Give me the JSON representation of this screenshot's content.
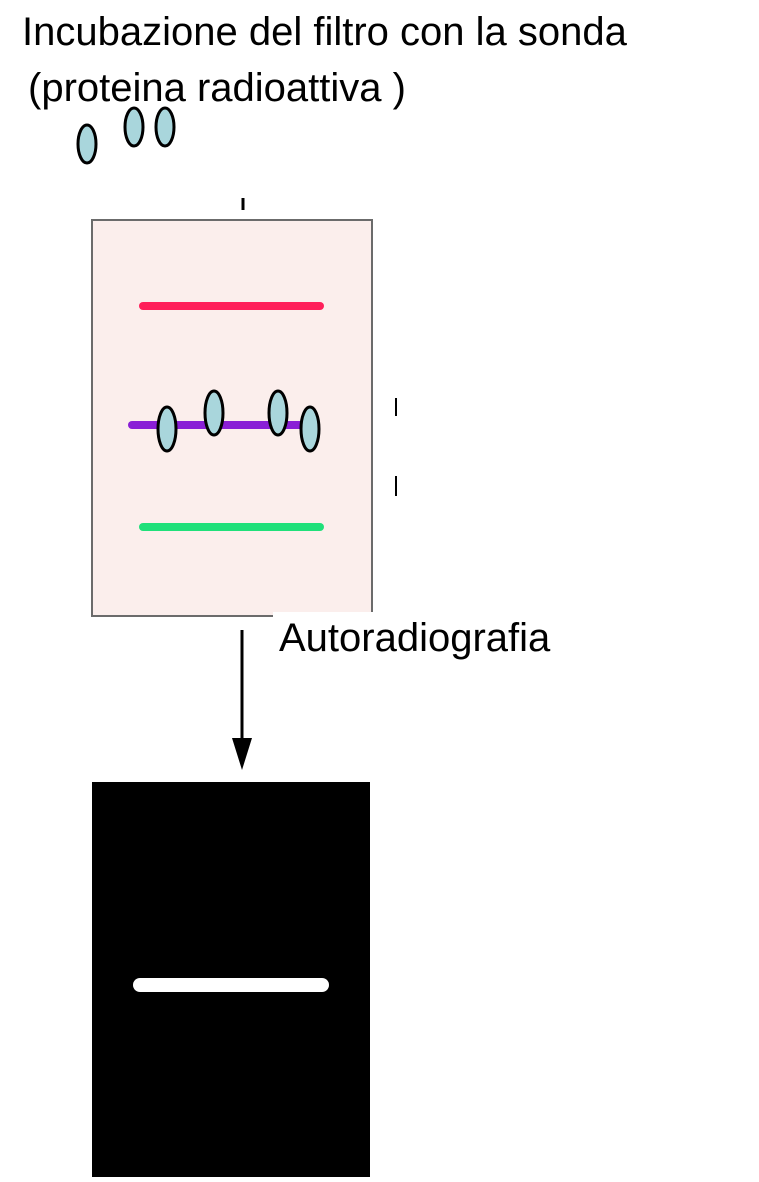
{
  "title": "Incubazione del filtro con la sonda",
  "subtitle": "(proteina radioattiva )",
  "step_label": "Autoradiografia",
  "colors": {
    "filter_fill": "#fbeeec",
    "filter_border": "#6b6b6b",
    "band_red": "#ff1f5a",
    "band_purple": "#8a1fd6",
    "band_green": "#1fe07a",
    "probe_fill": "#a9d6dc",
    "film_fill": "#000000",
    "film_band": "#ffffff",
    "arrow": "#000000"
  },
  "probe_icon": "ellipse-probe"
}
